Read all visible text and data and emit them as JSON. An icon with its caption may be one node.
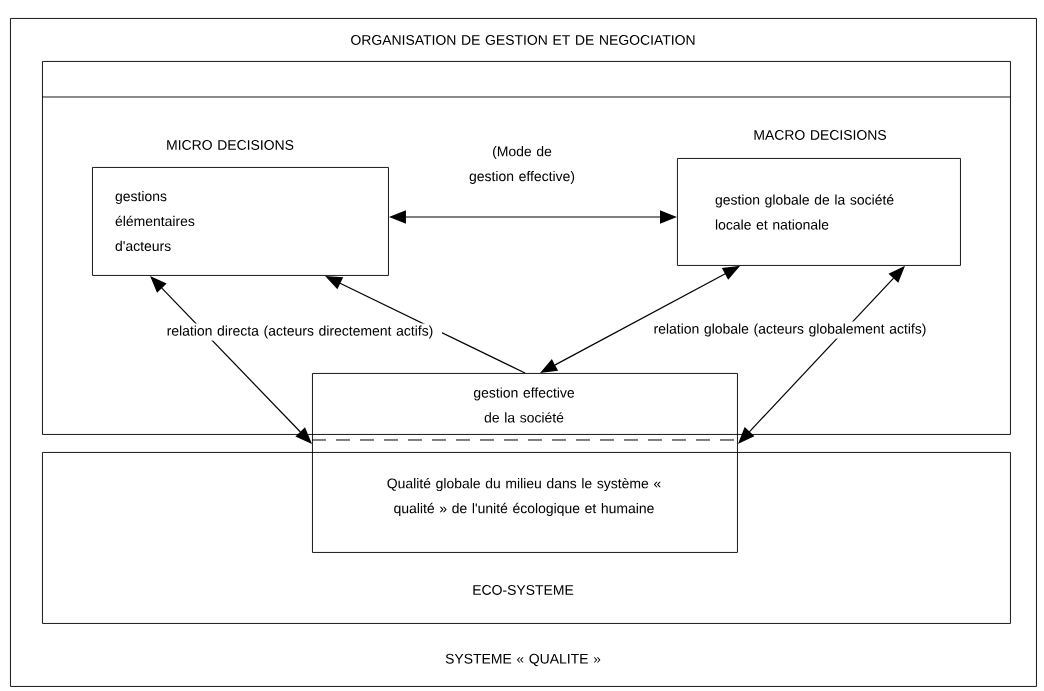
{
  "diagram": {
    "nodes": [
      {
        "text": [
          "SYSTEME « QUALITE »"
        ]
      },
      {
        "text": [
          "ORGANISATION DE GESTION ET DE NEGOCIATION"
        ],
        "in": 0
      },
      {
        "text": [
          "MICRO DECISIONS",
          "gestions élémentaires d'acteurs"
        ],
        "in": 1
      },
      {
        "text": [
          "MACRO DECISIONS",
          "gestion globale de la société locale et nationale"
        ],
        "in": 1
      },
      {
        "text": [
          "ECO-SYSTEME"
        ],
        "in": 0
      },
      {
        "text": [
          "gestion effective de la société",
          "Qualité globale du milieu dans le système « qualité » de l'unité écologique et humaine"
        ],
        "in": 0
      }
    ],
    "edges": [
      {
        "from": 2,
        "to": 3,
        "arrow": "both",
        "label": "(Mode de gestion effective)"
      },
      {
        "from": 5,
        "to": 2,
        "arrow": "to"
      },
      {
        "from": 5,
        "to": 3,
        "arrow": "both"
      },
      {
        "from": 2,
        "to": 5,
        "arrow": "both",
        "label": "relation directa (acteurs directement actifs)"
      },
      {
        "from": 3,
        "to": 5,
        "arrow": "both",
        "label": "relation globale (acteurs globalement actifs)"
      }
    ]
  }
}
